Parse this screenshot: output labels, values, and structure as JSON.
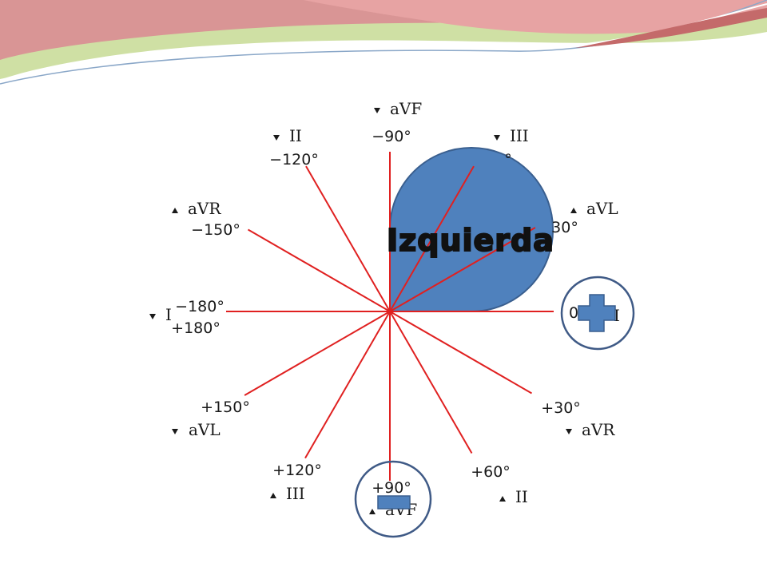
{
  "colors": {
    "axis_line": "#e02020",
    "quadrant_fill": "#4f81bd",
    "quadrant_stroke": "#3a5f8f",
    "circle_stroke": "#3f5a86",
    "marker_fill": "#4f81bd",
    "banner_green": "#c9dc9a",
    "banner_red": "#d98c8c"
  },
  "diagram": {
    "highlight_label": "Izquierda",
    "axes": [
      {
        "angle": 0,
        "degree": "0",
        "lead_above": "",
        "lead_below": "I",
        "triangle": "down"
      },
      {
        "angle": 30,
        "degree": "+30°",
        "lead_above": "",
        "lead_below": "aVR",
        "triangle": "down"
      },
      {
        "angle": 60,
        "degree": "+60°",
        "lead_above": "",
        "lead_below": "II",
        "triangle": "up"
      },
      {
        "angle": 90,
        "degree": "+90°",
        "lead_above": "",
        "lead_below": "aVF",
        "triangle": "up"
      },
      {
        "angle": 120,
        "degree": "+120°",
        "lead_above": "",
        "lead_below": "III",
        "triangle": "up"
      },
      {
        "angle": 150,
        "degree": "+150°",
        "lead_above": "",
        "lead_below": "aVL",
        "triangle": "down"
      },
      {
        "angle": 180,
        "degree": "−180°",
        "degree2": "+180°",
        "lead_above": "",
        "lead_below": "I",
        "triangle": "down"
      },
      {
        "angle": -150,
        "degree": "−150°",
        "lead_above": "aVR",
        "lead_below": "",
        "triangle": "up"
      },
      {
        "angle": -120,
        "degree": "−120°",
        "lead_above": "II",
        "lead_below": "",
        "triangle": "down"
      },
      {
        "angle": -90,
        "degree": "−90°",
        "lead_above": "aVF",
        "lead_below": "",
        "triangle": "down"
      },
      {
        "angle": -60,
        "degree": "°",
        "lead_above": "III",
        "lead_below": "",
        "triangle": "down"
      },
      {
        "angle": -30,
        "degree": "30°",
        "lead_above": "aVL",
        "lead_below": "",
        "triangle": "up"
      }
    ],
    "positive_marker": "plus-sign",
    "negative_marker": "minus-sign"
  }
}
